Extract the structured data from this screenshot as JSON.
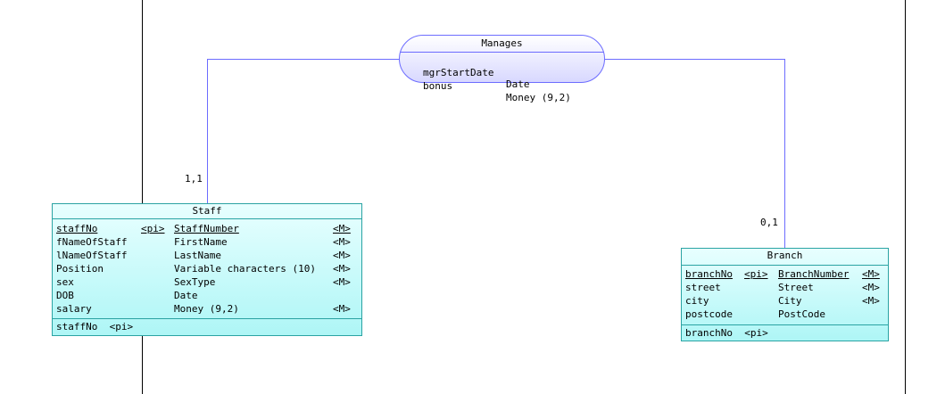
{
  "relationship": {
    "name": "Manages",
    "attributes": [
      {
        "name": "mgrStartDate",
        "type": "Date"
      },
      {
        "name": "bonus",
        "type": "Money (9,2)"
      }
    ]
  },
  "cardinalities": {
    "staff": "1,1",
    "branch": "0,1"
  },
  "staff": {
    "name": "Staff",
    "attributes": [
      {
        "name": "staffNo",
        "pi": "<pi>",
        "domain": "StaffNumber",
        "mandatory": "<M>"
      },
      {
        "name": "fNameOfStaff",
        "pi": "",
        "domain": "FirstName",
        "mandatory": "<M>"
      },
      {
        "name": "lNameOfStaff",
        "pi": "",
        "domain": "LastName",
        "mandatory": "<M>"
      },
      {
        "name": "Position",
        "pi": "",
        "domain": "Variable characters (10)",
        "mandatory": "<M>"
      },
      {
        "name": "sex",
        "pi": "",
        "domain": "SexType",
        "mandatory": "<M>"
      },
      {
        "name": "DOB",
        "pi": "",
        "domain": "Date",
        "mandatory": ""
      },
      {
        "name": "salary",
        "pi": "",
        "domain": "Money (9,2)",
        "mandatory": "<M>"
      }
    ],
    "identifier": "staffNo  <pi>"
  },
  "branch": {
    "name": "Branch",
    "attributes": [
      {
        "name": "branchNo",
        "pi": "<pi>",
        "domain": "BranchNumber",
        "mandatory": "<M>"
      },
      {
        "name": "street",
        "pi": "",
        "domain": "Street",
        "mandatory": "<M>"
      },
      {
        "name": "city",
        "pi": "",
        "domain": "City",
        "mandatory": "<M>"
      },
      {
        "name": "postcode",
        "pi": "",
        "domain": "PostCode",
        "mandatory": ""
      }
    ],
    "identifier": "branchNo  <pi>"
  },
  "colors": {
    "connector": "#6c6cff",
    "entity_border": "#2aa3a3",
    "entity_fill": "#aef6f6",
    "relationship_fill": "#d8d8ff"
  }
}
